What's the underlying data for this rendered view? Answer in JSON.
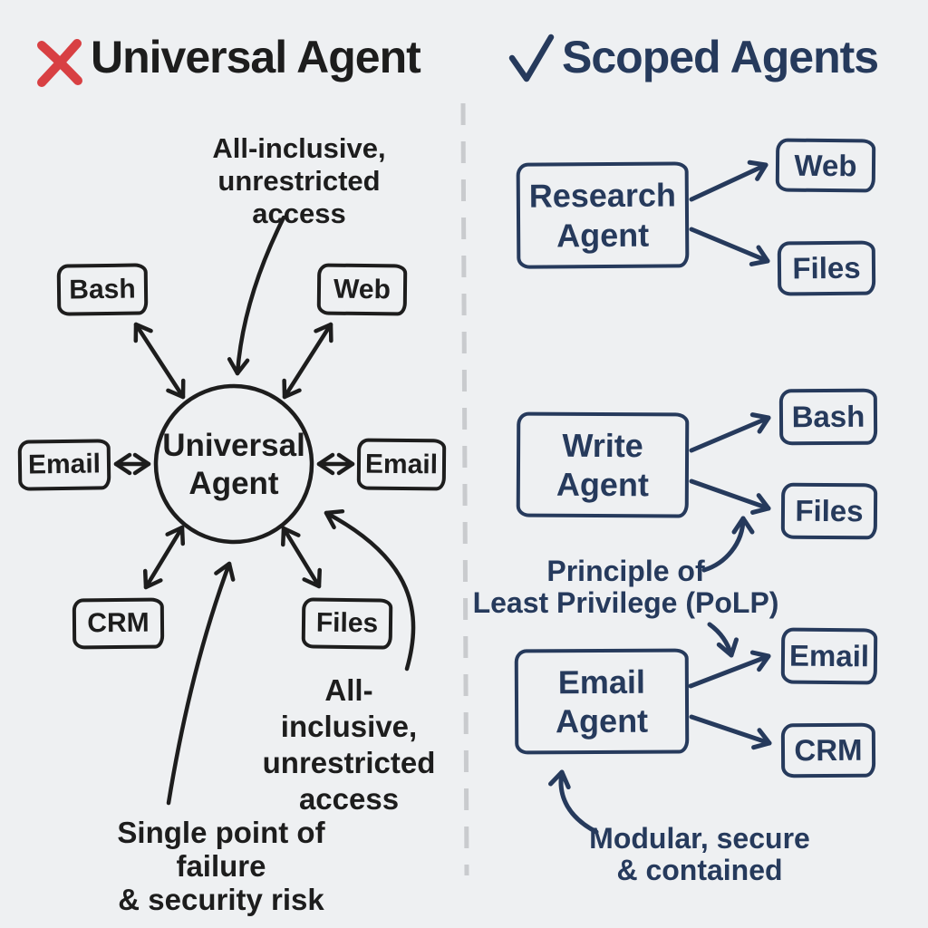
{
  "colors": {
    "background": "#eef0f2",
    "left_ink": "#1d1d1d",
    "right_ink": "#263a5c",
    "x_mark": "#d84043",
    "divider": "#c9cbce"
  },
  "left_panel": {
    "title": "Universal Agent",
    "title_icon": "x-mark",
    "center_node": [
      "Universal",
      "Agent"
    ],
    "nodes": {
      "bash": "Bash",
      "web": "Web",
      "email_left": "Email",
      "email_right": "Email",
      "crm": "CRM",
      "files": "Files"
    },
    "annotation_top": [
      "All-inclusive,",
      "unrestricted access"
    ],
    "annotation_bottom": [
      "All-inclusive,",
      "unrestricted",
      "access"
    ],
    "footer": [
      "Single point of failure",
      "& security risk"
    ]
  },
  "right_panel": {
    "title": "Scoped Agents",
    "title_icon": "check-mark",
    "agents": [
      {
        "name": [
          "Research",
          "Agent"
        ],
        "tools": [
          "Web",
          "Files"
        ]
      },
      {
        "name": [
          "Write",
          "Agent"
        ],
        "tools": [
          "Bash",
          "Files"
        ]
      },
      {
        "name": [
          "Email",
          "Agent"
        ],
        "tools": [
          "Email",
          "CRM"
        ]
      }
    ],
    "annotation_polp": [
      "Principle of",
      "Least Privilege (PoLP)"
    ],
    "annotation_modular": [
      "Modular, secure",
      "& contained"
    ]
  },
  "edges": {
    "left_bidirectional": [
      "Universal Agent <-> Bash",
      "Universal Agent <-> Web",
      "Universal Agent <-> Email (left)",
      "Universal Agent <-> Email (right)",
      "Universal Agent <-> CRM",
      "Universal Agent <-> Files"
    ],
    "left_annotation_arrows": [
      "All-inclusive unrestricted access (top) -> Universal Agent",
      "All-inclusive unrestricted access (bottom) -> Universal Agent",
      "Single point of failure -> Universal Agent"
    ],
    "right_directional": [
      "Research Agent -> Web",
      "Research Agent -> Files",
      "Write Agent -> Bash",
      "Write Agent -> Files",
      "Email Agent -> Email",
      "Email Agent -> CRM"
    ],
    "right_annotation_arrows": [
      "Principle of Least Privilege -> Files",
      "Principle of Least Privilege -> Email",
      "Modular secure & contained -> Email Agent"
    ]
  }
}
